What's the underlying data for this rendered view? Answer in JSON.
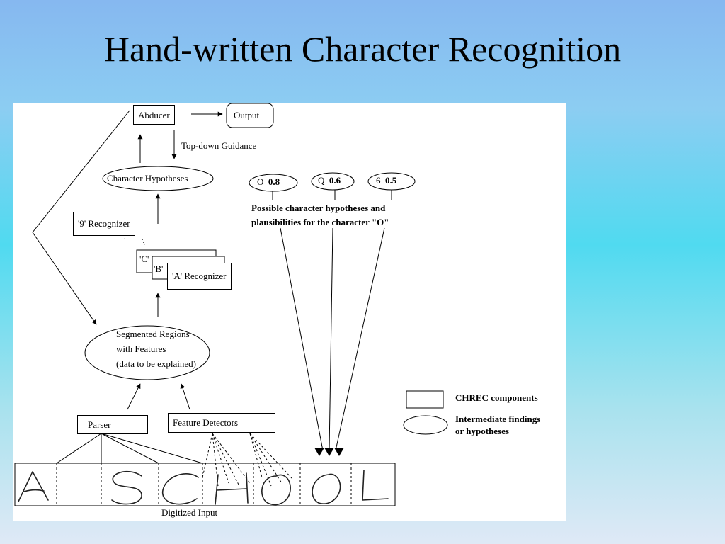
{
  "title": "Hand-written Character Recognition",
  "diagram": {
    "abducer": "Abducer",
    "output": "Output",
    "top_down": "Top-down Guidance",
    "char_hyp": "Character Hypotheses",
    "nine_recognizer": "'9' Recognizer",
    "c_recognizer": "'C'",
    "b_recognizer": "'B'",
    "a_recognizer": "'A' Recognizer",
    "segmented": {
      "line1": "Segmented Regions",
      "line2": "with Features",
      "line3": "(data to be explained)"
    },
    "parser": "Parser",
    "feature_detectors": "Feature Detectors",
    "digitized_input": "Digitized Input",
    "hypotheses": [
      {
        "letter": "O",
        "value": "0.8"
      },
      {
        "letter": "Q",
        "value": "0.6"
      },
      {
        "letter": "6",
        "value": "0.5"
      }
    ],
    "hyp_caption": {
      "line1": "Possible character hypotheses and",
      "line2": "plausibilities for the character \"O\""
    },
    "handwritten_text": [
      "A",
      "S",
      "C",
      "H",
      "O",
      "O",
      "L"
    ],
    "legend": {
      "components": "CHREC components",
      "findings1": "Intermediate findings",
      "findings2": "or hypotheses"
    }
  }
}
